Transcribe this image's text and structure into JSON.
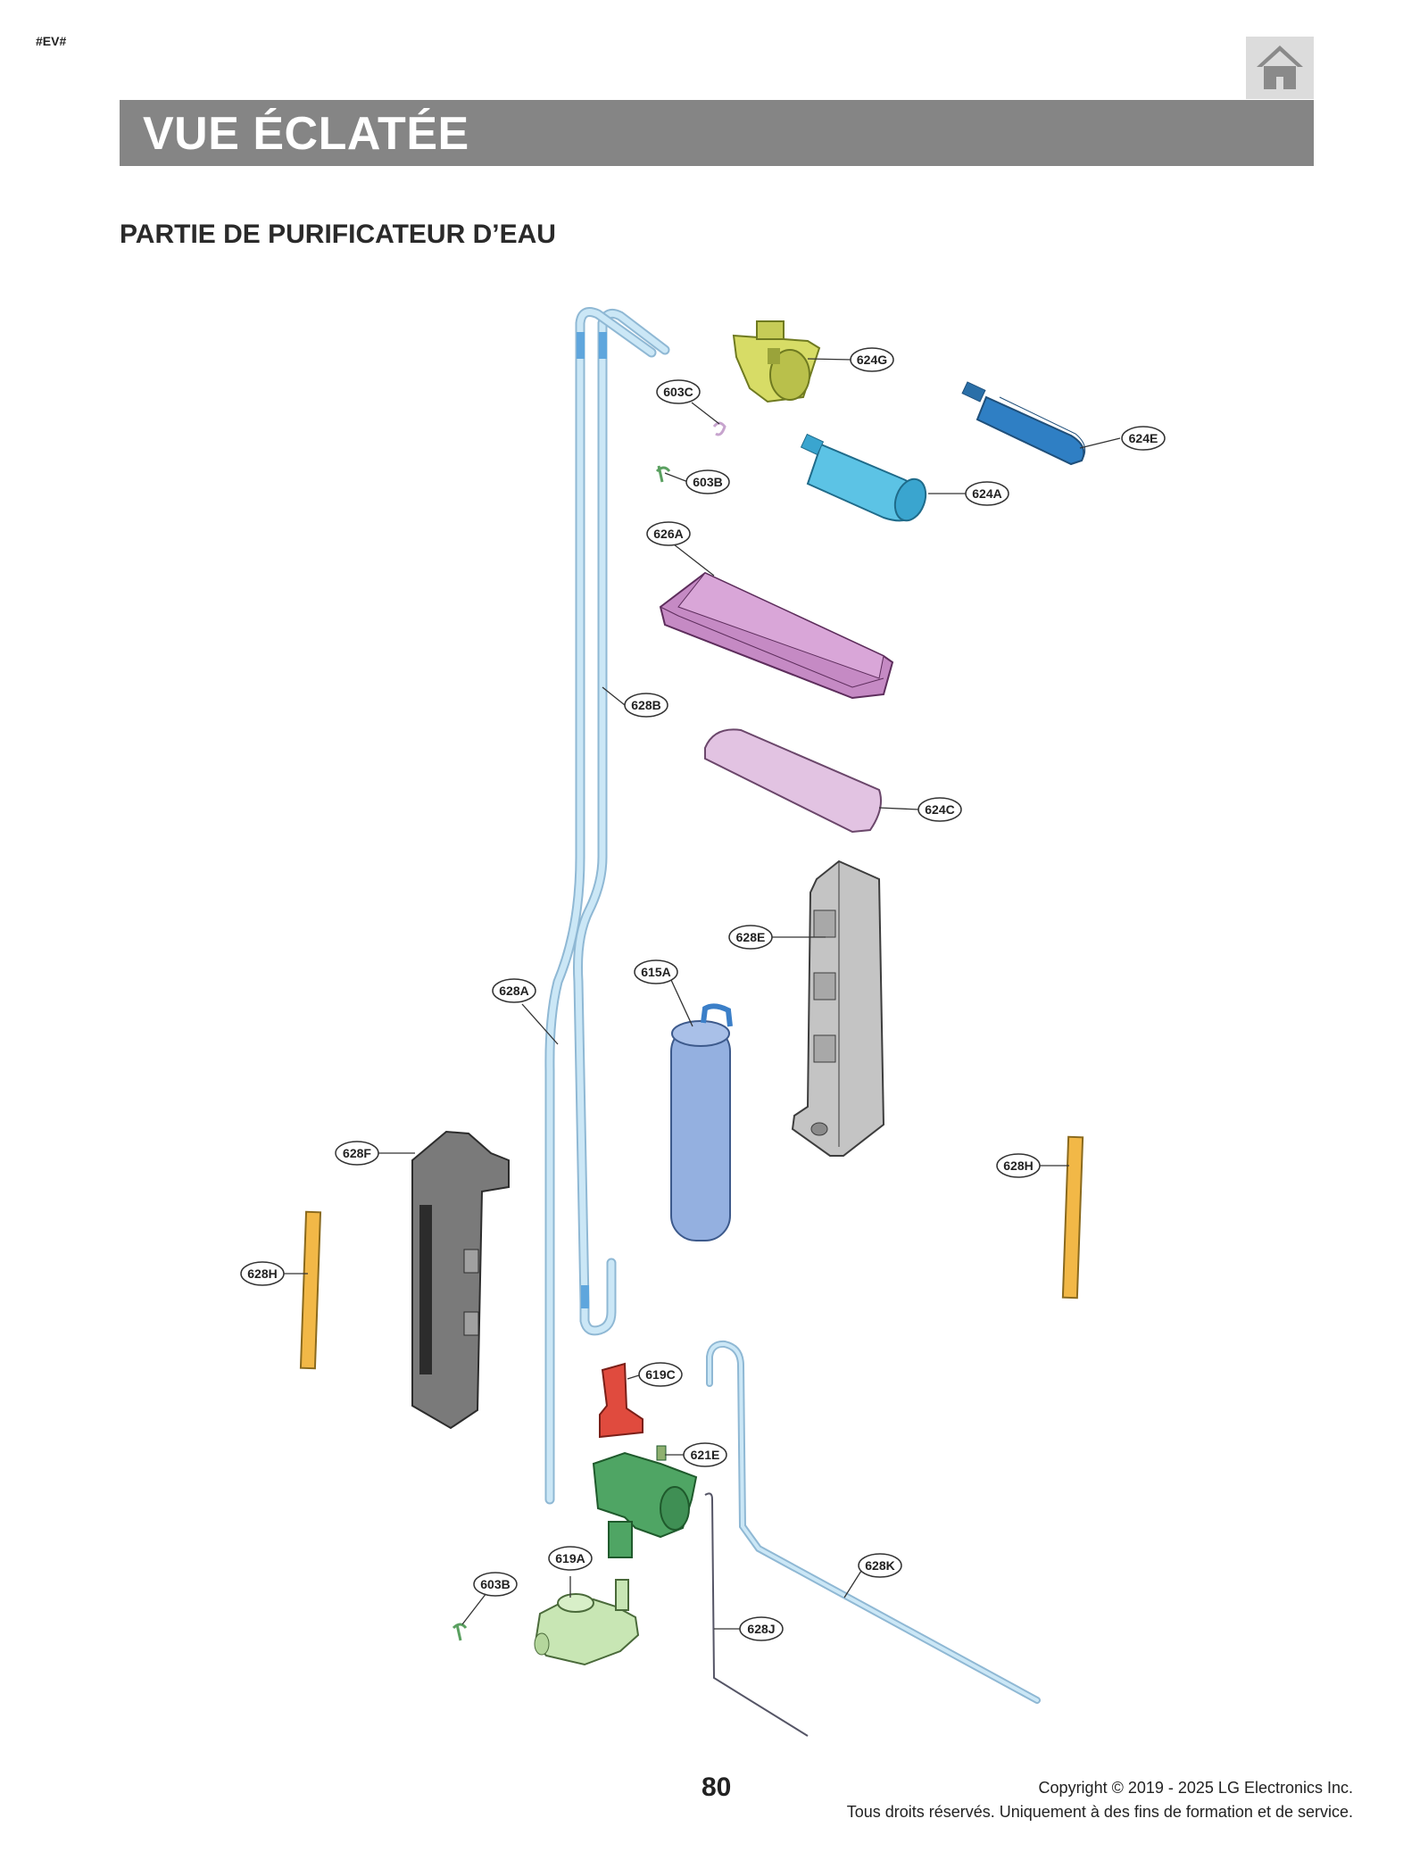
{
  "header": {
    "doc_code": "#EV#",
    "title": "VUE ÉCLATÉE",
    "home_icon": "home-icon"
  },
  "section": {
    "title": "PARTIE DE PURIFICATEUR D’EAU"
  },
  "parts": {
    "p624G": "624G",
    "p603C": "603C",
    "p624E": "624E",
    "p603B_top": "603B",
    "p624A": "624A",
    "p626A": "626A",
    "p628B": "628B",
    "p624C": "624C",
    "p628E": "628E",
    "p615A": "615A",
    "p628A": "628A",
    "p628F": "628F",
    "p628H_right": "628H",
    "p628H_left": "628H",
    "p619C": "619C",
    "p621E": "621E",
    "p619A": "619A",
    "p603B_bottom": "603B",
    "p628K": "628K",
    "p628J": "628J"
  },
  "footer": {
    "page_number": "80",
    "copyright": "Copyright © 2019 - 2025 LG Electronics Inc.",
    "rights": "Tous droits réservés. Uniquement à des fins de formation et de service."
  },
  "colors": {
    "title_bar": "#858585",
    "tube_blue": "#a8d4ec",
    "filter_blue": "#94b0e0",
    "housing_pink": "#c58ac4",
    "cover_pink": "#e2c3e2",
    "bracket_gray": "#bdbdbd",
    "bracket_dark": "#7a7a7a",
    "rod_orange": "#f2b847",
    "valve_green": "#9acf8a",
    "bracket_red": "#e04b3e"
  }
}
